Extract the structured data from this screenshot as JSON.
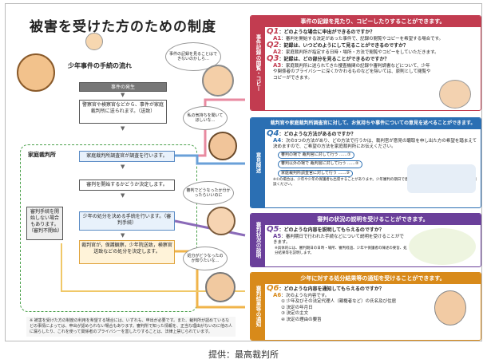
{
  "title": "被害を受けた方のための制度",
  "credit": "提供：最高裁判所",
  "flow": {
    "title": "少年事件の手続の流れ",
    "court_label": "家庭裁判所",
    "steps": [
      "事件の発生",
      "警察官や検察官などから、事件が家庭裁判所に送られます。（送致）",
      "家庭裁判所調査官が調査を行います。",
      "審判を開始するかどうか決定します。",
      "少年の処分を決める手続を行います。（審判手続）",
      "裁判官が，保護観察，少年院送致，検察官送致などの処分を決定します。"
    ],
    "no_trial": "審判手続を開始しない場合もあります。（審判不開始）",
    "note": "※ 被害を受けた方の制度の利用を希望する場合には、いずれも、申出が必要です。また、裁判所が認めているなどの事情によっては、申出が認められない場合もあります。審判所で知った情報を、正当な理由がないのに他の人に漏らしたり、これを使って関係者のプライバシーを害したりすることは、法律上禁じられています。"
  },
  "bubbles": {
    "b1": "事件の記録を見ることはできないのかしら…",
    "b2": "私の気持ちを聞いてほしいな…",
    "b3": "審判でどうなったか分かったらいいのに",
    "b4": "処分がどうなったのか知りたいな…"
  },
  "sections": {
    "s1": {
      "side": "事件記録の閲覧・コピー",
      "header": "事件の記録を見たり、コピーしたりすることができます。",
      "q1": "どのような場合に申出ができるのですか？",
      "a1": "審判を開始する決定があった事件で、記録の閲覧やコピーを希望する場合です。",
      "q2": "記録は、いつどのようにして見ることができるのですか？",
      "a2": "家庭裁判所が指定する日時・場所・方法で閲覧やコピーをしていただきます。",
      "q3": "記録は、どの部分を見ることができるのですか？",
      "a3": "家庭裁判所に送られてきた捜査機関の記録や審判調書などについて、少年や関係者のプライバシーに深くかかわるものなどを除いては、原則として閲覧やコピーができます。"
    },
    "s2": {
      "side": "意見陳述",
      "header": "裁判官や家庭裁判所調査官に対して、お気持ちや事件についての意見を述べることができます。",
      "q4": "どのような方法があるのですか？",
      "a4": "次の3つの方法があり、どの方法で行うかは、裁判官が意見の聴取を申し出た方の希望を踏まえて決めますので、ご希望の方法を家庭裁判所にお伝えください。",
      "methods": [
        "審判の場で 裁判官に対して行う ……①",
        "審判以外の場で 裁判官に対して行う ……②",
        "家庭裁判所調査官に対して行う ……③"
      ],
      "note": "※①の場合は、少年や少年の保護者も出席することがあります。少年審判の期日で意見を述べていただく方は、あらかじめご相談ください。"
    },
    "s3": {
      "side": "審判状況の説明",
      "header": "審判の状況の説明を受けることができます。",
      "q5": "どのような内容を説明してもらえるのですか？",
      "a5": "審判期日で行われた手続などについて説明を受けることができます。",
      "note": "※具体的には、審判期日の日時・場所、審判経過、少年や保護者の陳述の要旨、処分結果等を説明します。"
    },
    "s4": {
      "side": "審判結果等の通知",
      "header": "少年に対する処分結果等の通知を受けることができます。",
      "q6": "どのような内容を通知してもらえるのですか？",
      "a6": "次のような内容です。",
      "items": [
        "① 少年及びその法定代理人（親権者など）の氏名及び住居",
        "② 決定の年月日",
        "③ 決定の主文",
        "④ 決定の理由の要旨"
      ]
    }
  },
  "colors": {
    "s1": "#c23c50",
    "s2": "#2b6fb3",
    "s3": "#6a3f9a",
    "s4": "#d88a1a"
  }
}
